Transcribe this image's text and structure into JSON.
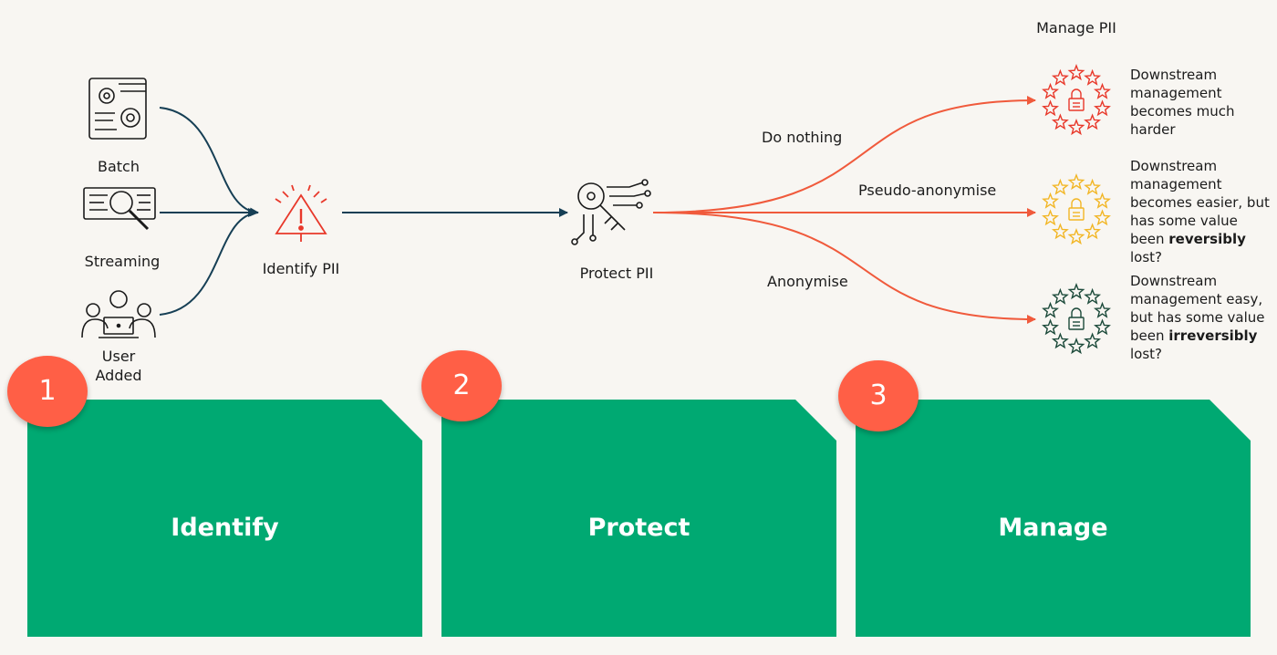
{
  "sources": {
    "batch": "Batch",
    "streaming": "Streaming",
    "user_added_line1": "User",
    "user_added_line2": "Added"
  },
  "identify": {
    "label": "Identify PII"
  },
  "protect": {
    "label": "Protect PII"
  },
  "manage": {
    "heading": "Manage PII"
  },
  "options": {
    "do_nothing": {
      "label": "Do nothing",
      "desc": "Downstream management becomes much harder"
    },
    "pseudo": {
      "label": "Pseudo-anonymise",
      "desc_pre": "Downstream management becomes easier, but has some value been ",
      "desc_bold": "reversibly",
      "desc_post": " lost?"
    },
    "anonymise": {
      "label": "Anonymise",
      "desc_pre": "Downstream management easy, but has some value been ",
      "desc_bold": "irreversibly",
      "desc_post": " lost?"
    }
  },
  "steps": [
    {
      "number": "1",
      "title": "Identify"
    },
    {
      "number": "2",
      "title": "Protect"
    },
    {
      "number": "3",
      "title": "Manage"
    }
  ],
  "colors": {
    "navy": "#163f55",
    "orange": "#f05a3c",
    "red_star": "#e8382a",
    "yellow_star": "#f2b625",
    "green_star": "#1c4a3a",
    "card_green": "#00a972",
    "badge": "#ff5f46"
  }
}
